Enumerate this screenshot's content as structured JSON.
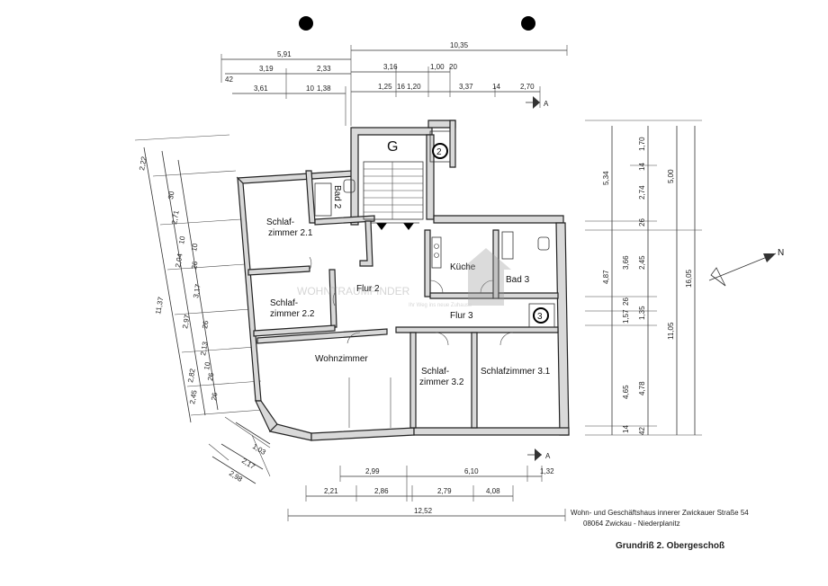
{
  "rooms": {
    "g": "G",
    "bad2": "Bad 2",
    "schlaf21_a": "Schlaf-",
    "schlaf21_b": "zimmer 2.1",
    "flur2": "Flur 2",
    "kueche": "Küche",
    "bad3": "Bad 3",
    "schlaf22_a": "Schlaf-",
    "schlaf22_b": "zimmer 2.2",
    "flur3": "Flur 3",
    "wohnzimmer": "Wohnzimmer",
    "schlaf32_a": "Schlaf-",
    "schlaf32_b": "zimmer 3.2",
    "schlaf31": "Schlafzimmer 3.1"
  },
  "markers": {
    "stair_top": "2",
    "stair_right": "3",
    "section": "A",
    "north": "N"
  },
  "watermark": {
    "main": "WOHNTRAUMFINDER",
    "sub": "Ihr Weg ins neue Zuhause"
  },
  "dims_top": {
    "total": "10,35",
    "left_total": "5,91",
    "a1": "3,19",
    "a2": "2,33",
    "b1": "3,61",
    "b2": "10",
    "b3": "1,38",
    "c1": "3,16",
    "c2": "1,00",
    "c3": "20",
    "d1": "1,25",
    "d2": "16",
    "d3": "1,20",
    "d4": "3,37",
    "d5": "14",
    "d6": "2,70",
    "small_left": "42"
  },
  "dims_left": {
    "total": "11,37",
    "top": "2,22",
    "l1": "30",
    "l2": "2,71",
    "l3": "10",
    "l4": "2,04",
    "l5": "10",
    "l6": "26",
    "l7": "3,17",
    "l8": "2,97",
    "l9": "26",
    "l10": "2,13",
    "l11": "10",
    "l12": "2,82",
    "l13": "26",
    "l14": "2,45",
    "l15": "26"
  },
  "dims_right": {
    "total": "16,05",
    "upper": "5,00",
    "lower": "11,05",
    "r1": "1,70",
    "r2": "2,74",
    "r3": "5,34",
    "r4": "3,66",
    "r5": "2,45",
    "r6": "4,87",
    "r7": "1,35",
    "r8": "1,57",
    "r9": "4,78",
    "r10": "4,65",
    "r11": "14",
    "r12": "26",
    "r13": "42",
    "r14": "26",
    "r15": "14"
  },
  "dims_bottom": {
    "total": "12,52",
    "a1": "2,99",
    "a2": "6,10",
    "a3": "1,32",
    "b1": "2,21",
    "b2": "2,86",
    "b3": "2,79",
    "b4": "4,08",
    "diag1": "1,03",
    "diag2": "2,17",
    "diag3": "2,98"
  },
  "captions": {
    "address": "Wohn- und Geschäftshaus innerer Zwickauer Straße 54",
    "town": "08064 Zwickau - Niederplanitz",
    "title": "Grundriß 2. Obergeschoß"
  }
}
